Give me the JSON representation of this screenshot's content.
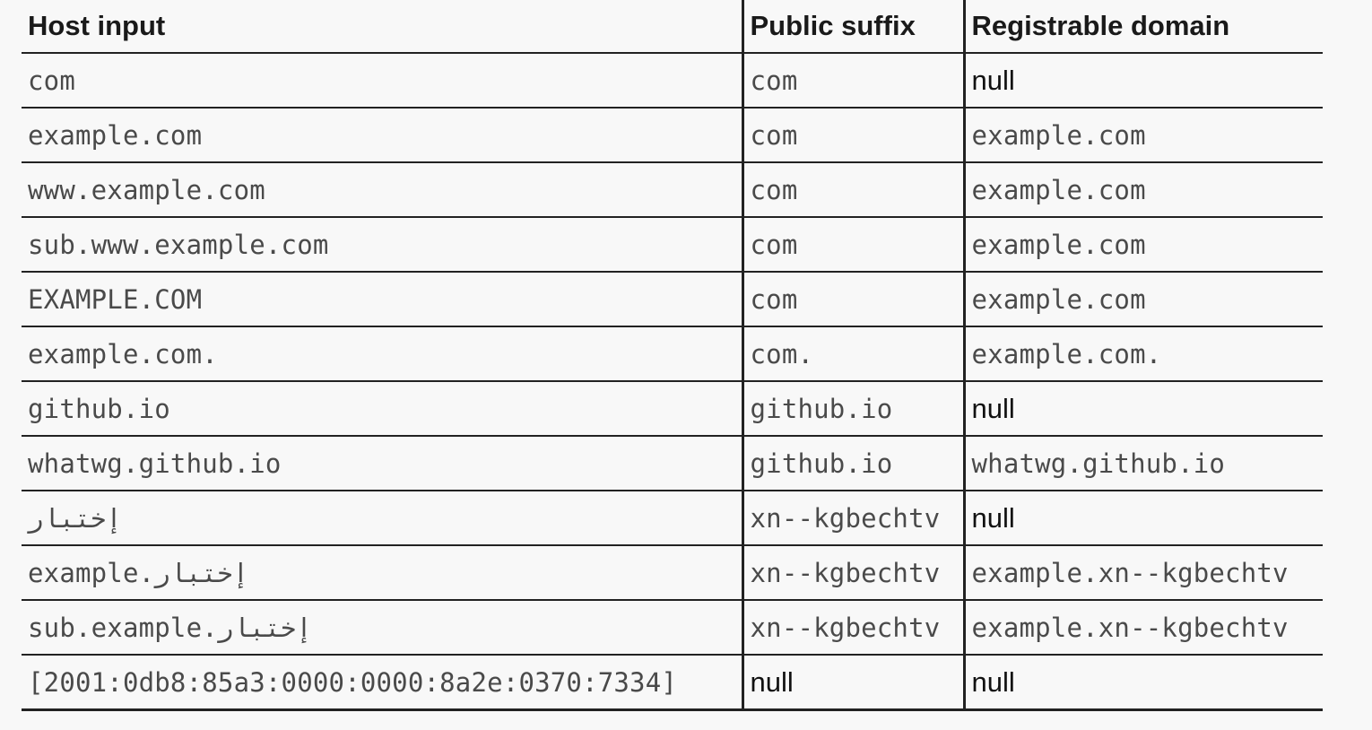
{
  "table": {
    "headers": [
      "Host input",
      "Public suffix",
      "Registrable domain"
    ],
    "rows": [
      {
        "host": "com",
        "suffix": "com",
        "suffix_type": "code",
        "domain": "null",
        "domain_type": "plain"
      },
      {
        "host": "example.com",
        "suffix": "com",
        "suffix_type": "code",
        "domain": "example.com",
        "domain_type": "code"
      },
      {
        "host": "www.example.com",
        "suffix": "com",
        "suffix_type": "code",
        "domain": "example.com",
        "domain_type": "code"
      },
      {
        "host": "sub.www.example.com",
        "suffix": "com",
        "suffix_type": "code",
        "domain": "example.com",
        "domain_type": "code"
      },
      {
        "host": "EXAMPLE.COM",
        "suffix": "com",
        "suffix_type": "code",
        "domain": "example.com",
        "domain_type": "code"
      },
      {
        "host": "example.com.",
        "suffix": "com.",
        "suffix_type": "code",
        "domain": "example.com.",
        "domain_type": "code"
      },
      {
        "host": "github.io",
        "suffix": "github.io",
        "suffix_type": "code",
        "domain": "null",
        "domain_type": "plain"
      },
      {
        "host": "whatwg.github.io",
        "suffix": "github.io",
        "suffix_type": "code",
        "domain": "whatwg.github.io",
        "domain_type": "code"
      },
      {
        "host": "إختبار",
        "suffix": "xn--kgbechtv",
        "suffix_type": "code",
        "domain": "null",
        "domain_type": "plain"
      },
      {
        "host": "example.إختبار",
        "suffix": "xn--kgbechtv",
        "suffix_type": "code",
        "domain": "example.xn--kgbechtv",
        "domain_type": "code"
      },
      {
        "host": "sub.example.إختبار",
        "suffix": "xn--kgbechtv",
        "suffix_type": "code",
        "domain": "example.xn--kgbechtv",
        "domain_type": "code"
      },
      {
        "host": "[2001:0db8:85a3:0000:0000:8a2e:0370:7334]",
        "suffix": "null",
        "suffix_type": "plain",
        "domain": "null",
        "domain_type": "plain"
      }
    ]
  }
}
